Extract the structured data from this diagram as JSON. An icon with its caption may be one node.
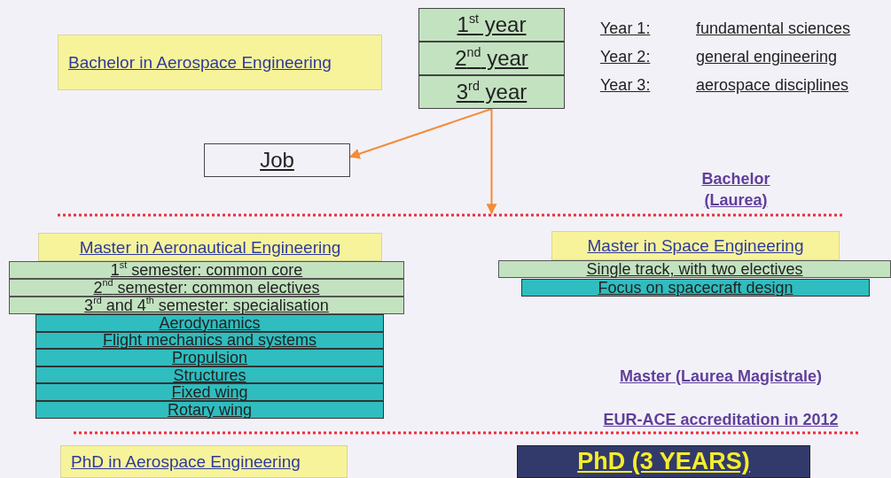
{
  "diagram": {
    "nodes": [
      {
        "text": [
          "Bachelor in Aerospace Engineering"
        ]
      },
      {
        "text": [
          "1$^{st}$ year"
        ]
      },
      {
        "text": [
          "2$^{nd}$ year"
        ]
      },
      {
        "text": [
          "3$^{rd}$ year"
        ]
      },
      {
        "text": [
          "Job"
        ]
      },
      {
        "text": [
          "Master in Aeronautical Engineering"
        ]
      },
      {
        "text": [
          "1$^{st}$ semester: common core"
        ]
      },
      {
        "text": [
          "2$^{nd}$ semester: common electives"
        ]
      },
      {
        "text": [
          "3$^{rd}$ and 4$^{th}$ semester: specialisation"
        ]
      },
      {
        "text": [
          "Aerodynamics"
        ]
      },
      {
        "text": [
          "Flight mechanics and systems"
        ]
      },
      {
        "text": [
          "Propulsion"
        ]
      },
      {
        "text": [
          "Structures"
        ]
      },
      {
        "text": [
          "Fixed wing"
        ]
      },
      {
        "text": [
          "Rotary wing"
        ]
      },
      {
        "text": [
          "Master in Space Engineering"
        ]
      },
      {
        "text": [
          "Single track, with two electives"
        ]
      },
      {
        "text": [
          "Focus on spacecraft design"
        ]
      },
      {
        "text": [
          "PhD in Aerospace Engineering"
        ]
      },
      {
        "text": [
          "PhD (3 YEARS)"
        ]
      }
    ],
    "edges": [
      {
        "from": 3,
        "to": 4,
        "arrow": "to",
        "color": "#f28c38"
      },
      {
        "from": 3,
        "to": null,
        "arrow": "to",
        "color": "#f28c38"
      }
    ],
    "labels": [
      "Year 1:",
      "fundamental sciences",
      "Year 2:",
      "general engineering",
      "Year 3:",
      "aerospace disciplines",
      "Bachelor (Laurea)",
      "Master (Laurea Magistrale)",
      "EUR-ACE accreditation in 2012"
    ]
  }
}
